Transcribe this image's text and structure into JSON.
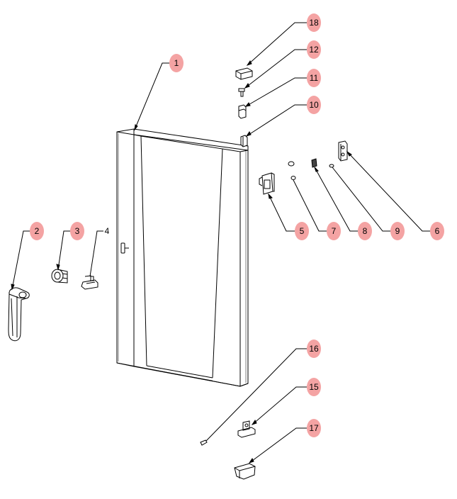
{
  "diagram": {
    "type": "exploded-parts-view",
    "badge_color": "#f4a3a3",
    "line_color": "#000000",
    "callouts": [
      {
        "id": "c1",
        "label": "1"
      },
      {
        "id": "c2",
        "label": "2"
      },
      {
        "id": "c3",
        "label": "3"
      },
      {
        "id": "c4",
        "label": "4"
      },
      {
        "id": "c5",
        "label": "5"
      },
      {
        "id": "c6",
        "label": "6"
      },
      {
        "id": "c7",
        "label": "7"
      },
      {
        "id": "c8",
        "label": "8"
      },
      {
        "id": "c9",
        "label": "9"
      },
      {
        "id": "c10",
        "label": "10"
      },
      {
        "id": "c11",
        "label": "11"
      },
      {
        "id": "c12",
        "label": "12"
      },
      {
        "id": "c15",
        "label": "15"
      },
      {
        "id": "c16",
        "label": "16"
      },
      {
        "id": "c17",
        "label": "17"
      },
      {
        "id": "c18",
        "label": "18"
      }
    ]
  }
}
